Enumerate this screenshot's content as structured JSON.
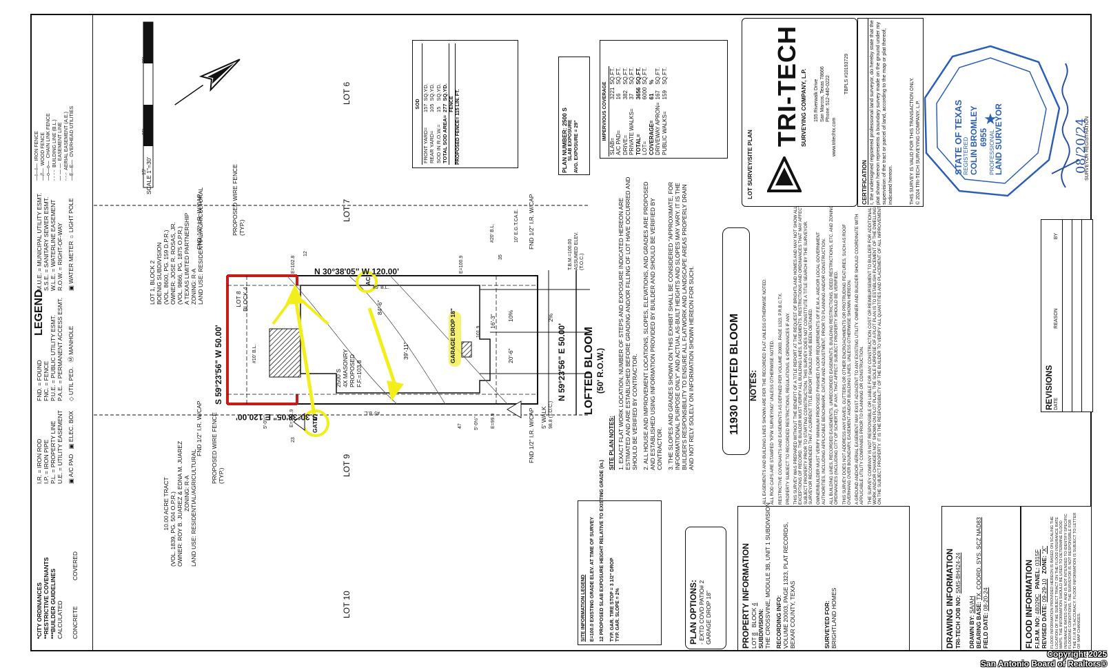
{
  "legend": {
    "title": "LEGEND",
    "col1": [
      "I.R.  = IRON ROD",
      "I.P.  = IRON PIPE",
      "P.L.  = PROPERTY LINE",
      "U.E.  = UTILITY EASEMENT"
    ],
    "col2": [
      "FND.  = FOUND",
      "FNC.  = FENCE",
      "P.U.E. = PUBLIC UTILITY ESMT.",
      "P.A.E. = PERMANENT ACCESS ESMT."
    ],
    "col3": [
      "M.U.E. = MUNICIPAL UTILITY ESMT.",
      "S.S.E. = SANITARY SEWER ESMT.",
      "W.L.E. = WATERLINE EASEMENT",
      "R.O.W. = RIGHT-OF-WAY"
    ],
    "col4": [
      "IRON FENCE",
      "WOOD FENCE",
      "CHAIN LINK FENCE",
      "BUILDING LINE (B.L.)",
      "EASEMENT LINE",
      "AERIAL EASEMENT (A.E.)",
      "OVERHEAD UTILITIES"
    ],
    "symbols": [
      "A/C PAD",
      "ELEC. BOX",
      "UTIL PED.",
      "MANHOLE",
      "WATER METER",
      "LIGHT POLE"
    ],
    "marks": [
      "*CITY ORDINANCES",
      "**RESTRICTIVE COVENANTS",
      "***BUILDER GUIDELINES",
      "CALCULATED",
      "CONCRETE",
      "COVERED"
    ]
  },
  "scale": {
    "label": "SCALE 1\"=30'",
    "ticks": [
      "15'",
      "15'",
      "30'"
    ]
  },
  "adjacent": {
    "tract_left": [
      "10.00 ACRE TRACT",
      "(VOL. 1839, PG. 504 O.P.R.)",
      "OWNER: ROY B. JUAREZ & EDNA M. JUAREZ",
      "ZONING: R-A",
      "LAND USE: RESIDENTIAL/AGRICULTURAL"
    ],
    "tract_right": [
      "LOT 1, BLOCK 2",
      "BOENIG SUBDIVISION",
      "(VOL. 8600, PG. 159 D.P.R.)",
      "OWNER: JOSE R. ROSAS, JR.",
      "(VOL. 9866, PG. 1875 O.P.R.)",
      "A TEXAS LIMITED PARTNERSHIP",
      "ZONING: R-A",
      "LAND USE: RESIDENTIAL/AGRICULTURAL"
    ],
    "lots": [
      "LOT 10",
      "LOT 9",
      "LOT 7",
      "LOT 6"
    ]
  },
  "plan": {
    "lot_label": [
      "LOT 8",
      "BLOCK 4"
    ],
    "bearing_top": "S 59°23'56\" W  50.00'",
    "bearing_bottom": "N 59°23'56\" E  50.00'",
    "bearing_left": "S 30°38'05\" E  120.00'",
    "bearing_right": "N 30°38'05\" W  120.00'",
    "house": [
      "2500 S",
      "4X MASONRY",
      "PROPOSED",
      "F.F.=103.8"
    ],
    "street": [
      "LOFTED BLOOM",
      "(50' R.O.W.)"
    ],
    "garage_drop": "GARAGE DROP 18\"",
    "gate": "GATE",
    "ac": "AC",
    "fnd_labels": [
      "FND 1/2\" I.R. W/CAP",
      "FND 1/2\" I.R. W/CAP",
      "FND 1/2\" I.R. W/CAP",
      "FND 1/2\" I.R. W/CAP"
    ],
    "fence_labels": [
      "PROPOSED WIRE FENCE (TYP.)",
      "PROPOSED WIRE FENCE (TYP.)"
    ],
    "bl_labels": [
      "#10' B.L.",
      "#5' B.L.",
      "#5' B.L.",
      "#20' B.L.",
      "10' E.G.T.CA.E."
    ],
    "elevations": [
      "E=101.9",
      "E=99.9",
      "E=102.8",
      "E=100.9",
      "98.8 (T.O.C.)",
      "T.B.M.=100.00 ASSUMED ELEV. (T.O.C.)"
    ],
    "dims": [
      "39'-11\"",
      "84'-6\"",
      "20'-6\"",
      "16'-3\"",
      "101.9",
      "5' WALK",
      "10%",
      "2%",
      "5'-0½\"",
      "5'-0½\""
    ],
    "tags": [
      "23",
      "47",
      "12",
      "35",
      "A"
    ]
  },
  "sod": {
    "title": "SOD",
    "rows": [
      {
        "label": "FRONT YARD=",
        "value": "157",
        "unit": "SQ.YD."
      },
      {
        "label": "REAR YARD=",
        "value": "105",
        "unit": "SQ.YD."
      },
      {
        "label": "SOD IN R.O.W.=",
        "value": "15",
        "unit": "SQ.YD."
      },
      {
        "label": "TOTAL SOD AREA=",
        "value": "277",
        "unit": "SQ.YD."
      }
    ],
    "fence_title": "FENCE",
    "fence_row": "PROPOSED FENCE= 115  LIN. FT."
  },
  "plan_number": {
    "title": "PLAN NUMBER: 2500 S",
    "sub": "SLAB EXPOSURE",
    "avg": "AVG. EXPOSURE =   29\""
  },
  "impervious": {
    "title": "IMPERVIOUS COVERAGE",
    "rows": [
      {
        "label": "SLAB=",
        "value": "3221",
        "unit": "SQ.FT."
      },
      {
        "label": "A/C PAD=",
        "value": "16",
        "unit": "SQ.FT."
      },
      {
        "label": "DRIVE=",
        "value": "382",
        "unit": "SQ.FT."
      },
      {
        "label": "PRIVATE WALKS=",
        "value": "37",
        "unit": "SQ.FT."
      },
      {
        "label": "TOTAL=",
        "value": "3656",
        "unit": "SQ.FT."
      },
      {
        "label": "LOT=",
        "value": "6000",
        "unit": "SQ.FT."
      },
      {
        "label": "COVERAGE=",
        "value": "61",
        "unit": "%"
      },
      {
        "label": "DRIVEWAY APRON=",
        "value": "167",
        "unit": "SQ.FT."
      },
      {
        "label": "PUBLIC WALKS=",
        "value": "159",
        "unit": "SQ.FT."
      }
    ]
  },
  "address": "11930 LOFTED BLOOM",
  "site_plan_notes": {
    "title": "SITE PLAN NOTES:",
    "items": [
      "1.  EXACT FLAT WORK LOCATION, NUMBER OF STEPS AND EXPOSURE INDICATED HEREON ARE ESTIMATED AND ARE ESTABLISHED BEFORE GRADING AND/OR FILLING OF LOT HAVE OCCURRED AND SHOULD BE VERIFIED BY CONTRACTOR.",
      "2.  ALL HOUSE AND IMPROVEMENT LOCATIONS, SLOPES, ELEVATIONS, AND GRADES ARE PROPOSED AND ESTABLISHED USING INFORMATION PROVIDED BY BUILDER AND SHOULD BE VERIFIED BY CONTRACTOR.",
      "3.  THE SLOPES AND GRADES SHOWN ON THIS EXHIBIT SHALL BE CONSIDERED \"APPROXIMATE, FOR INFORMATIONAL PURPOSE ONLY\" AND ACTUAL AS-BUILT HEIGHTS AND SLOPES MAY VARY. IT IS THE BUILDER'S RESPONSIBILITY TO ENSURE ALL FLATWORK AND LANDSCAPE AREAS PROPERLY DRAIN AND NOT RELY SOLELY ON INFORMATION SHOWN HEREON FOR SUCH."
    ]
  },
  "site_legend": {
    "title": "SITE INFORMATION LEGEND",
    "rows": [
      "E=100.0  EXISTING GRADE ELEV. AT TIME OF SURVEY",
      "12  PROPOSED SLAB EXPOSURE HEIGHT RELATIVE TO EXISTING GRADE (in.)",
      "TYP. GAR. TIRE STOP = 3 1/2\" DROP",
      "TYP. GAR. SLOPE = 2%"
    ]
  },
  "plan_options": {
    "title": "PLAN OPTIONS:",
    "items": [
      "- EXTD COVD PATIO# 2",
      "GARAGE DROP 18\""
    ]
  },
  "notes": {
    "title": "NOTES:",
    "items": [
      "ALL EASEMENTS AND BUILDING LINES SHOWN ARE PER THE RECORDED PLAT UNLESS OTHERWISE NOTED.",
      "ALL ROD CAPS ARE STAMPED \"KFW SURVEYING\" UNLESS OTHERWISE NOTED.",
      "RESTRICTIVE COVENANTS AND EASEMENTS AS DEFINED PER VOLUME 20003, PAGE 1323, P.R.B.C.TX.",
      "PROPERTY SUBJECT TO RECORDED RESTRICTIONS, REGULATIONS, & ORDINANCES IF ANY.",
      "THIS SURVEY WAS PREPARED WITHOUT THE BENEFIT OF A TITLE REPORT AT THE REQUEST OF BRIGHTLAND HOMES AND MAY NOT SHOW ALL EXCEPTIONS OF RECORD. THE BUILDER MUST VERIFY ALL BUILDING LINES, EASEMENTS, RESTRICTIONS AND ORDINANCES THAT MAY AFFECT SUBJECT PROPERTY PRIOR TO STARTING CONSTRUCTION. THIS SURVEY DOES NOT CONSTITUTE A TITLE SEARCH BY THE SURVEYOR. SURVEYOR RECOMMENDED THAT A CURRENT TITLE REPORT SHOULD HAVE BEEN OBTAINED.",
      "OWNER/BUILDER MUST VERIFY MINIMUM PROPOSED FINISHED FLOOR REQUIREMENTS OF F.E.M.A. AND/OR LOCAL GOVERNMENT AUTHORITIES, INCLUDING APPLICABLE BENCHMARK, DATUM AND ADJUSTMENT, PRIOR TO PLANNING AND/OR CONSTRUCTION.",
      "ALL BUILDING LINES, RECORDED EASEMENTS, UNRECORDED EASEMENTS, BUILDING RESTRICTIONS, DEED RESTRICTIONS, ETC. AND ZONING ORDINANCES (INCLUDING CITY OF SCHERTZ), IF ANY, THAT AFFECT SUBJECT PROPERTY SHOULD BE VERIFIED.",
      "THIS SURVEY DOES NOT ADDRESS ANY EAVES, GUTTERS OR OTHER ENCROACHMENTS OR PROTRUDING FEATURES, SUCH AS ROOF OVERHANG OVER BOUNDARY, EASEMENT AND/OR BUILDING LINES, UNLESS OTHERWISE SHOWN HEREON.",
      "A GROUND AND/OR AERIAL EASEMENT MAY EXIST ADJACENT TO ANY EXISTING UTILITY. OWNER AND BUILDER SHOULD COORDINATE WITH APPLICABLE UTILITY COMPANIES PRIOR TO PLANNING OR CONSTRUCTION.",
      "THE SURVEY COMPANY IS NOT RESPONSIBLE OR LIABLE FOR ANY CONSTRUCTION COST OR REIMBURSEMENT TO BUILDER FOR ADDITIONAL WORK AND/OR CHANGES NOT SHOWN ON PLOT PLAN. THE SOLE PURPOSE OF A PLOT PLAN IS TO ESTABLISH PLACEMENT OF THE DWELLING ON THE SUBJECT PROPERTY. IT IS THE RESPONSIBILITY OF THE BUILDER TO VERIFY ALL QUANTITIES AND PLACEMENT OF ALL IMPROVEMENTS."
    ]
  },
  "revisions": {
    "title": "REVISIONS",
    "cols": [
      "DATE",
      "REASON",
      "BY"
    ]
  },
  "property": {
    "title": "PROPERTY INFORMATION",
    "lot_label": "LOT",
    "lot": "8",
    "block_label": "BLOCK",
    "block": "4",
    "subdivision_label": "SUBDIVISION:",
    "subdivision": "THE CROSSVINE, MODULE 3B, UNIT 1 SUBDIVISION",
    "recording_label": "RECORDING INFO:",
    "recording": [
      "VOLUME 20003, PAGE 1323, PLAT RECORDS,",
      "BEXAR COUNTY, TEXAS"
    ],
    "surveyed_label": "SURVEYED FOR:",
    "surveyed": "BRIGHTLAND HOMES"
  },
  "drawing": {
    "title": "DRAWING INFORMATION",
    "job_label": "TRI-TECH JOB NO:",
    "job": "SMS-BH424-24",
    "drawn_label": "DRAWN BY:",
    "drawn": "SA/AH",
    "bearing_label": "BEARING BASE:",
    "bearing": "TX. COORD. SYS. SCZ NAD83",
    "field_label": "FIELD DATE:",
    "field": "08-20-24"
  },
  "flood": {
    "title": "FLOOD INFORMATION",
    "firm_label": "F.I.R.M. NO:",
    "firm": "48029C",
    "panel_label": "PANEL:",
    "panel": "0315F",
    "revised_label": "REVISED DATE:",
    "revised": "09-29-10",
    "zone_label": "ZONE:",
    "zone": "\"X\"",
    "disclaimer": "FLOOD INFORMATION PROVIDED HEREON IS BASED ON SCALING THE LOCATION OF THE SUBJECT TRACT ON THE FLOOD INSURANCE RATE MAPS. THE INFORMATION SHOULD BE USED TO DETERMINE FLOOD INSURANCE RATES ONLY AND IS NOT INTENDED TO IDENTIFY SPECIFIC FLOODING CONDITIONS. THE SURVEYOR IS NOT RESPONSIBLE FOR THE F.I.R.M.'S ACCURACY. FLOOD INFORMATION IS SUBJECT TO LETTER OF MAP CHANGES."
  },
  "company": {
    "doc_title": "LOT SURVEY/SITE PLAN",
    "name": "TRI-TECH",
    "sub": "SURVEYING COMPANY, L.P.",
    "address": [
      "155 Riverwalk Drive",
      "San Marcos, Texas 78666",
      "Phone: 512-440-0222"
    ],
    "web": "www.tritechtx.com",
    "tbpls": "TBPLS #10193729"
  },
  "certification": {
    "title": "CERTIFICATION",
    "text": "I, the undersigned registered professional land surveyor, do hereby state that the plat shown hereon represents a boundary survey made on the ground under my supervision of the tract or parcel of land, according to the map or plat thereof, indicated hereon.",
    "valid": "THIS SURVEY IS VALID FOR THIS TRANSACTION ONLY.",
    "copyright": "© 2024 TRI-TECH SURVEYING COMPANY, L.P.",
    "signature_date": "08/20/24",
    "signer_label": "SURVEYOR REGISTRATION"
  },
  "seal": {
    "state": "STATE OF TEXAS",
    "registered": "REGISTERED",
    "name": "COLIN BROMLEY",
    "number": "6955",
    "professional": "PROFESSIONAL",
    "role": "LAND SURVEYOR"
  },
  "watermark": [
    "Copyright 2025",
    "San Antonio Board of Realtors®"
  ]
}
